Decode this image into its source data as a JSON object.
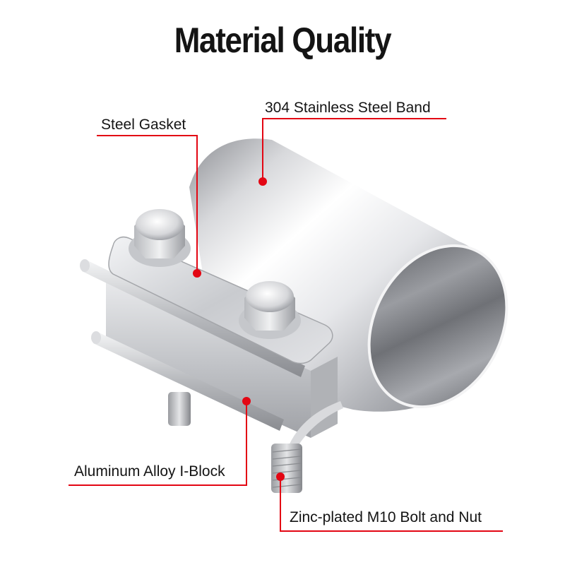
{
  "title": "Material Quality",
  "accent_color": "#e30613",
  "product": {
    "name": "exhaust band clamp",
    "icon": "band-clamp-illustration"
  },
  "callouts": [
    {
      "label": "304 Stainless Steel Band",
      "icon": "callout-dot"
    },
    {
      "label": "Steel Gasket",
      "icon": "callout-dot"
    },
    {
      "label": "Aluminum Alloy I-Block",
      "icon": "callout-dot"
    },
    {
      "label": "Zinc-plated M10 Bolt and Nut",
      "icon": "callout-dot"
    }
  ]
}
